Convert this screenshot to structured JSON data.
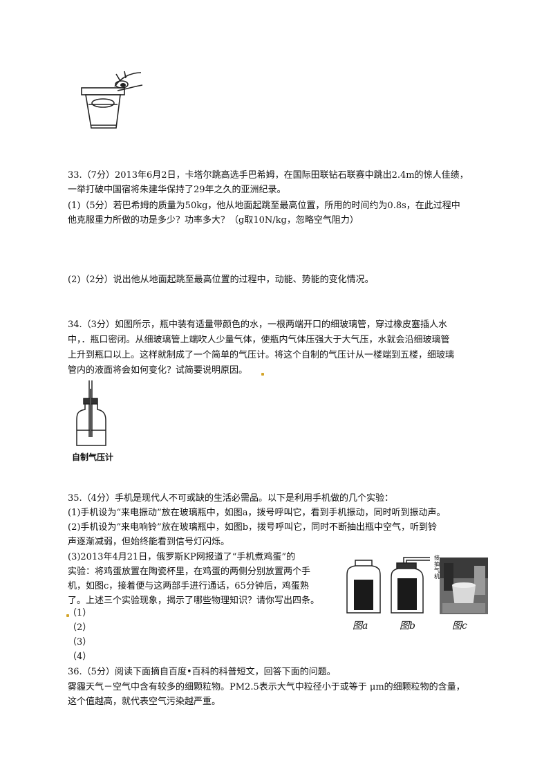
{
  "q33": {
    "intro_1": "33.（7分）2013年6月2日，卡塔尔跳高选手巴希姆，在国际田联钻石联赛中跳出2.4m的惊人佳绩，",
    "intro_2": "一举打破中国宿将朱建华保持了29年之久的亚洲纪录。",
    "part1_1": "(1)（5分）若巴希姆的质量为50kg，他从地面起跳至最高位置，所用的时间约为0.8s，在此过程中",
    "part1_2": "他克服重力所做的功是多少？功率多大？（g取10N/kg，忽略空气阻力）",
    "part2": "(2)（2分）说出他从地面起跳至最高位置的过程中，动能、势能的变化情况。"
  },
  "q34": {
    "line_1": "34.（3分）如图所示，瓶中装有适量带颜色的水，一根两端开口的细玻璃管，穿过橡皮塞插人水",
    "line_2": "中，．瓶口密闭。从细玻璃管上端吹人少量气体，使瓶内气体压强大于大气压，水就会沿细玻璃管",
    "line_3": "上升到瓶口以上。这样就制成了一个简单的气压计。将这个自制的气压计从一楼端到五楼，细玻璃",
    "line_4": "管内的液面将会如何变化？试简要说明原因。",
    "figure_caption": "自制气压计"
  },
  "q35": {
    "line_1": "35.（4分）手机是现代人不可或缺的生活必需品。以下是利用手机做的几个实验：",
    "line_2": "(1)手机设为“来电振动”放在玻璃瓶中，如图a，拨号呼叫它，看到手机振动，同时听到振动声。",
    "line_3": "(2)手机设为“来电响铃”放在玻璃瓶中，如图b，拨号呼叫它，同时不断抽出瓶中空气，听到铃",
    "line_4": "声逐渐减弱，但始终能看到信号灯闪烁。",
    "line_5": "(3)2013年4月21日，俄罗斯KP网报道了“手机煮鸡蛋”的",
    "line_6": "实验：将鸡蛋放置在陶瓷杯里，在鸡蛋的两侧分别放置两个手",
    "line_7": "机，如图c，接着便与这两部手进行通话，65分钟后，鸡蛋熟",
    "line_8": "了。上述三个实验现象，揭示了哪些物理知识？请你写出四条。",
    "answers": [
      "（1）",
      "（2）",
      "（3）",
      "（4）"
    ],
    "fig_a": "图a",
    "fig_b": "图b",
    "fig_c": "图c",
    "pump_label": "接抽气机"
  },
  "q36": {
    "line_1": "36.（5分）阅读下面摘自百度•百科的科普短文，回答下面的问题。",
    "line_2": "雾霾天气－空气中含有较多的细颗粒物。PM2.5表示大气中粒径小于或等于 μm的细颗粒物的含量，",
    "line_3": "这个值越高，就代表空气污染越严重。"
  }
}
